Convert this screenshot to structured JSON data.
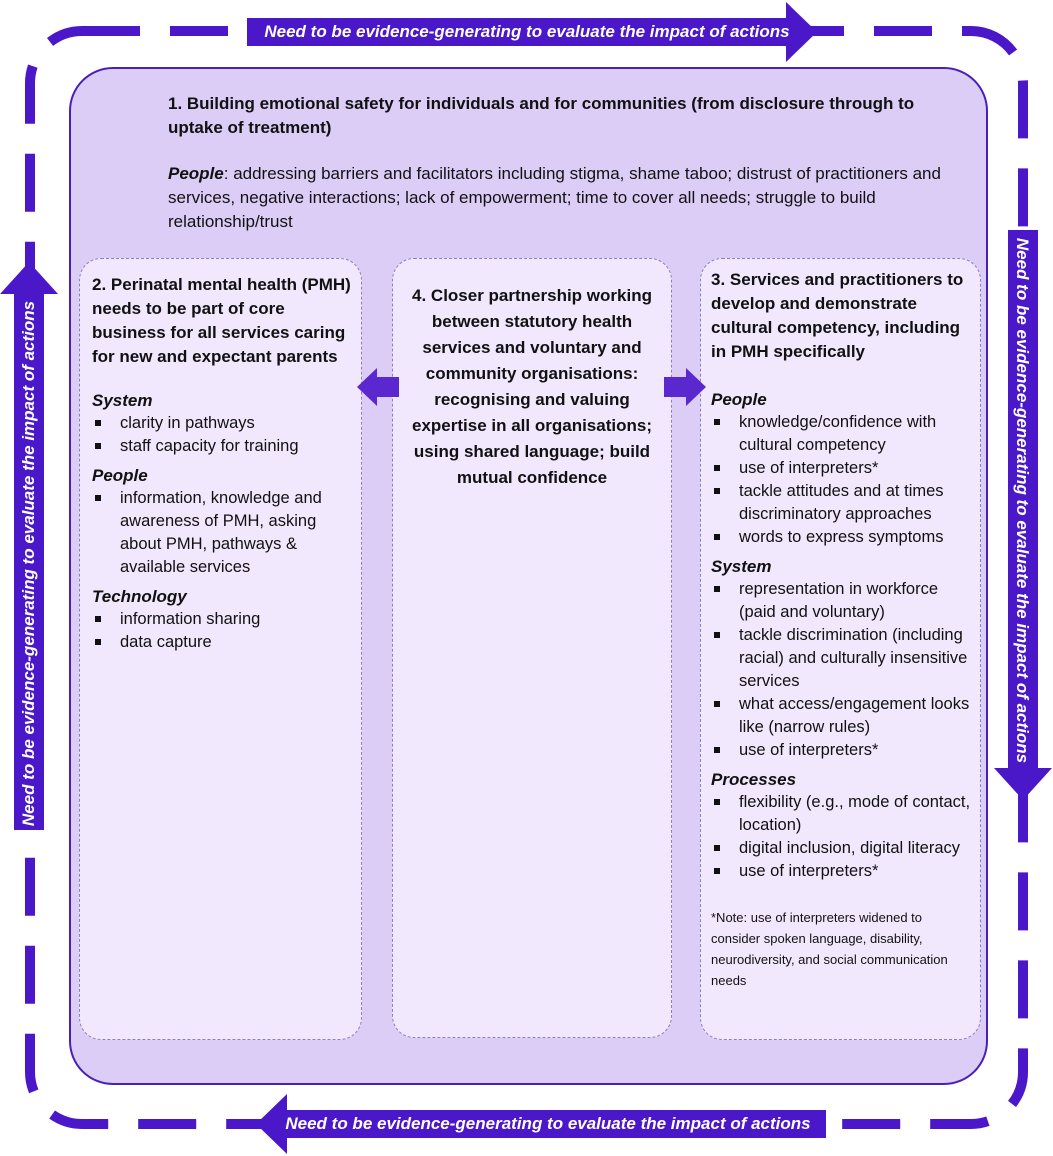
{
  "banners": {
    "top": "Need to be evidence-generating to evaluate the impact of actions",
    "bottom": "Need to be evidence-generating to evaluate the impact of actions",
    "left": "Need to be evidence-generating to evaluate the impact of actions",
    "right": "Need to be evidence-generating to evaluate the impact of actions"
  },
  "box1": {
    "title": "1. Building emotional safety for individuals and for communities (from disclosure through to uptake of treatment)",
    "people_label": "People",
    "people_text": ": addressing barriers and facilitators including stigma, shame taboo; distrust of practitioners and services, negative interactions; lack of empowerment; time to cover all needs; struggle to build relationship/trust"
  },
  "box2": {
    "title": "2. Perinatal mental health (PMH) needs to be part of core business for all services caring for new and expectant parents",
    "sections": [
      {
        "heading": "System",
        "items": [
          "clarity in pathways",
          "staff capacity for training"
        ]
      },
      {
        "heading": "People",
        "items": [
          "information, knowledge and awareness of PMH, asking about PMH, pathways & available services"
        ]
      },
      {
        "heading": "Technology",
        "items": [
          "information sharing",
          "data capture"
        ]
      }
    ]
  },
  "box4": {
    "title": "4. Closer partnership working between statutory health services and voluntary and community organisations: recognising and valuing expertise in all organisations; using shared language; build mutual confidence"
  },
  "box3": {
    "title": "3. Services and practitioners to develop and demonstrate cultural competency, including in PMH specifically",
    "sections": [
      {
        "heading": "People",
        "items": [
          "knowledge/confidence with cultural competency",
          "use of interpreters*",
          "tackle attitudes and at times discriminatory approaches",
          "words to express symptoms"
        ]
      },
      {
        "heading": "System",
        "items": [
          "representation in workforce (paid and voluntary)",
          "tackle discrimination (including racial) and culturally insensitive services",
          "what access/engagement looks like (narrow rules)",
          "use of interpreters*"
        ]
      },
      {
        "heading": "Processes",
        "items": [
          "flexibility (e.g., mode of contact, location)",
          "digital inclusion, digital literacy",
          "use of interpreters*"
        ]
      }
    ],
    "note": "*Note: use of interpreters widened to consider spoken language, disability, neurodiversity, and social communication needs"
  },
  "colors": {
    "accent": "#4a17c9",
    "panel": "#dccdf7",
    "inner": "#f1e8fd"
  }
}
